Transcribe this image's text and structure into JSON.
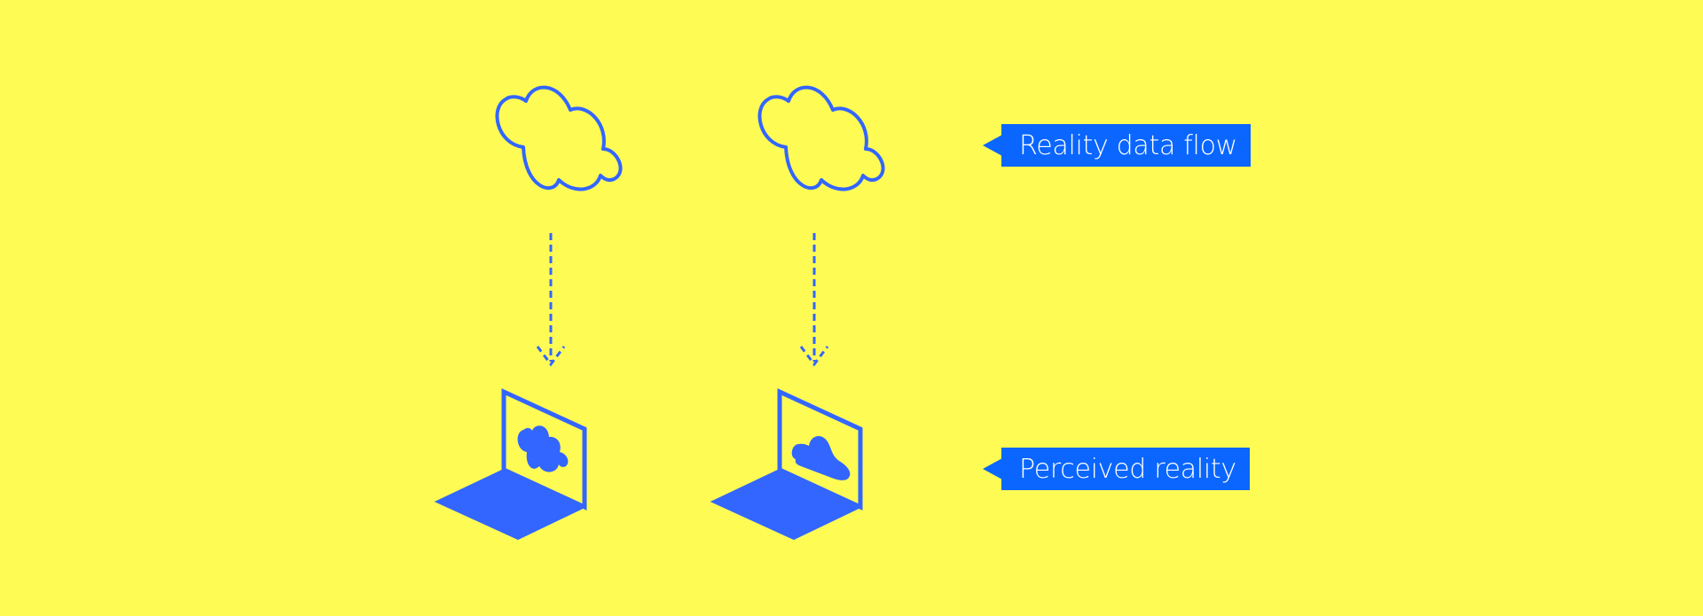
{
  "colors": {
    "background": "#FEFB55",
    "accent": "#3366FF",
    "label_background": "#0A66FF",
    "label_text": "#FFFFFF"
  },
  "labels": {
    "flow": "Reality data flow",
    "perceived": "Perceived reality"
  },
  "icons": [
    "cloud-icon",
    "arrow-down-icon",
    "laptop-icon"
  ],
  "columns": [
    {
      "name": "left",
      "screen_content": "cloud-icon"
    },
    {
      "name": "right",
      "screen_content": "cloud-icon"
    }
  ]
}
